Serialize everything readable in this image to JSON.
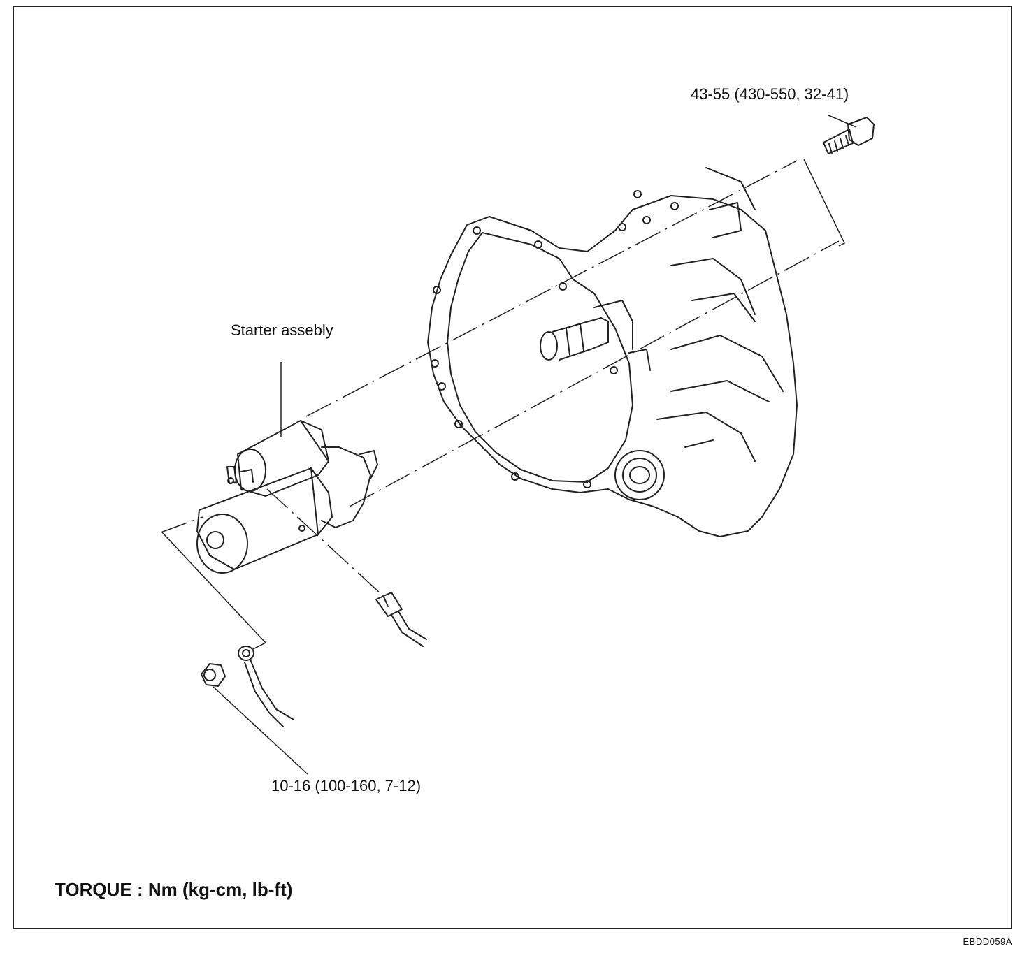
{
  "labels": {
    "starter": "Starter assebly",
    "bolt_torque_top": "43-55 (430-550, 32-41)",
    "bolt_torque_bottom": "10-16 (100-160, 7-12)",
    "torque_units": "TORQUE : Nm (kg-cm, lb-ft)",
    "figure_code": "EBDD059A"
  },
  "colors": {
    "line": "#222222",
    "background": "#ffffff"
  },
  "icons": [
    "bolt-icon",
    "transaxle-housing",
    "starter-motor",
    "ring-terminal",
    "connector-plug",
    "nut-icon"
  ]
}
